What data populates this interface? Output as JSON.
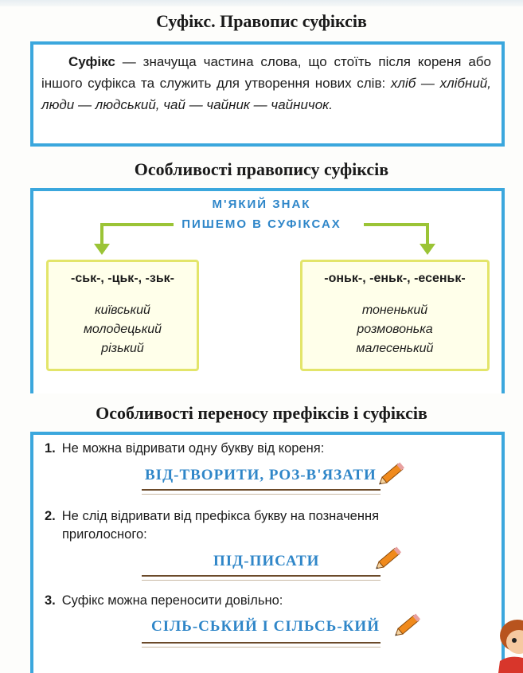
{
  "section1": {
    "title": "Суфікс. Правопис суфіксів",
    "term": "Суфікс",
    "definition": " — значуща частина слова, що стоїть після кореня або іншого суфікса та служить для утворення нових слів: ",
    "examples": "хліб — хлібний, люди — людський, чай — чайник — чайничок."
  },
  "section2": {
    "title": "Особливості правопису суфіксів",
    "banner_line1": "М'ЯКИЙ ЗНАК",
    "banner_line2": "ПИШЕМО В СУФІКСАХ",
    "left": {
      "suffixes": "-ськ-, -цьк-, -зьк-",
      "words": [
        "київський",
        "молодецький",
        "різький"
      ]
    },
    "right": {
      "suffixes": "-оньк-, -еньк-, -есеньк-",
      "words": [
        "тоненький",
        "розмовонька",
        "малесенький"
      ]
    }
  },
  "section3": {
    "title": "Особливості переносу префіксів і суфіксів",
    "rules": [
      {
        "num": "1.",
        "text": "Не можна відривати одну букву від кореня:",
        "text2": "",
        "example": "ВІД-ТВОРИТИ, РОЗ-В'ЯЗАТИ"
      },
      {
        "num": "2.",
        "text": "Не слід відривати від префікса букву на позначення",
        "text2": "приголосного:",
        "example": "ПІД-ПИСАТИ"
      },
      {
        "num": "3.",
        "text": "Суфікс можна переносити довільно:",
        "text2": "",
        "example": "СІЛЬ-СЬКИЙ І СІЛЬСЬ-КИЙ"
      }
    ]
  },
  "colors": {
    "blue_border": "#3ba7dd",
    "blue_text": "#2f86c8",
    "yellow_border": "#e3e56a",
    "arrow_green": "#9bc436",
    "pencil_orange": "#f08a1c"
  }
}
